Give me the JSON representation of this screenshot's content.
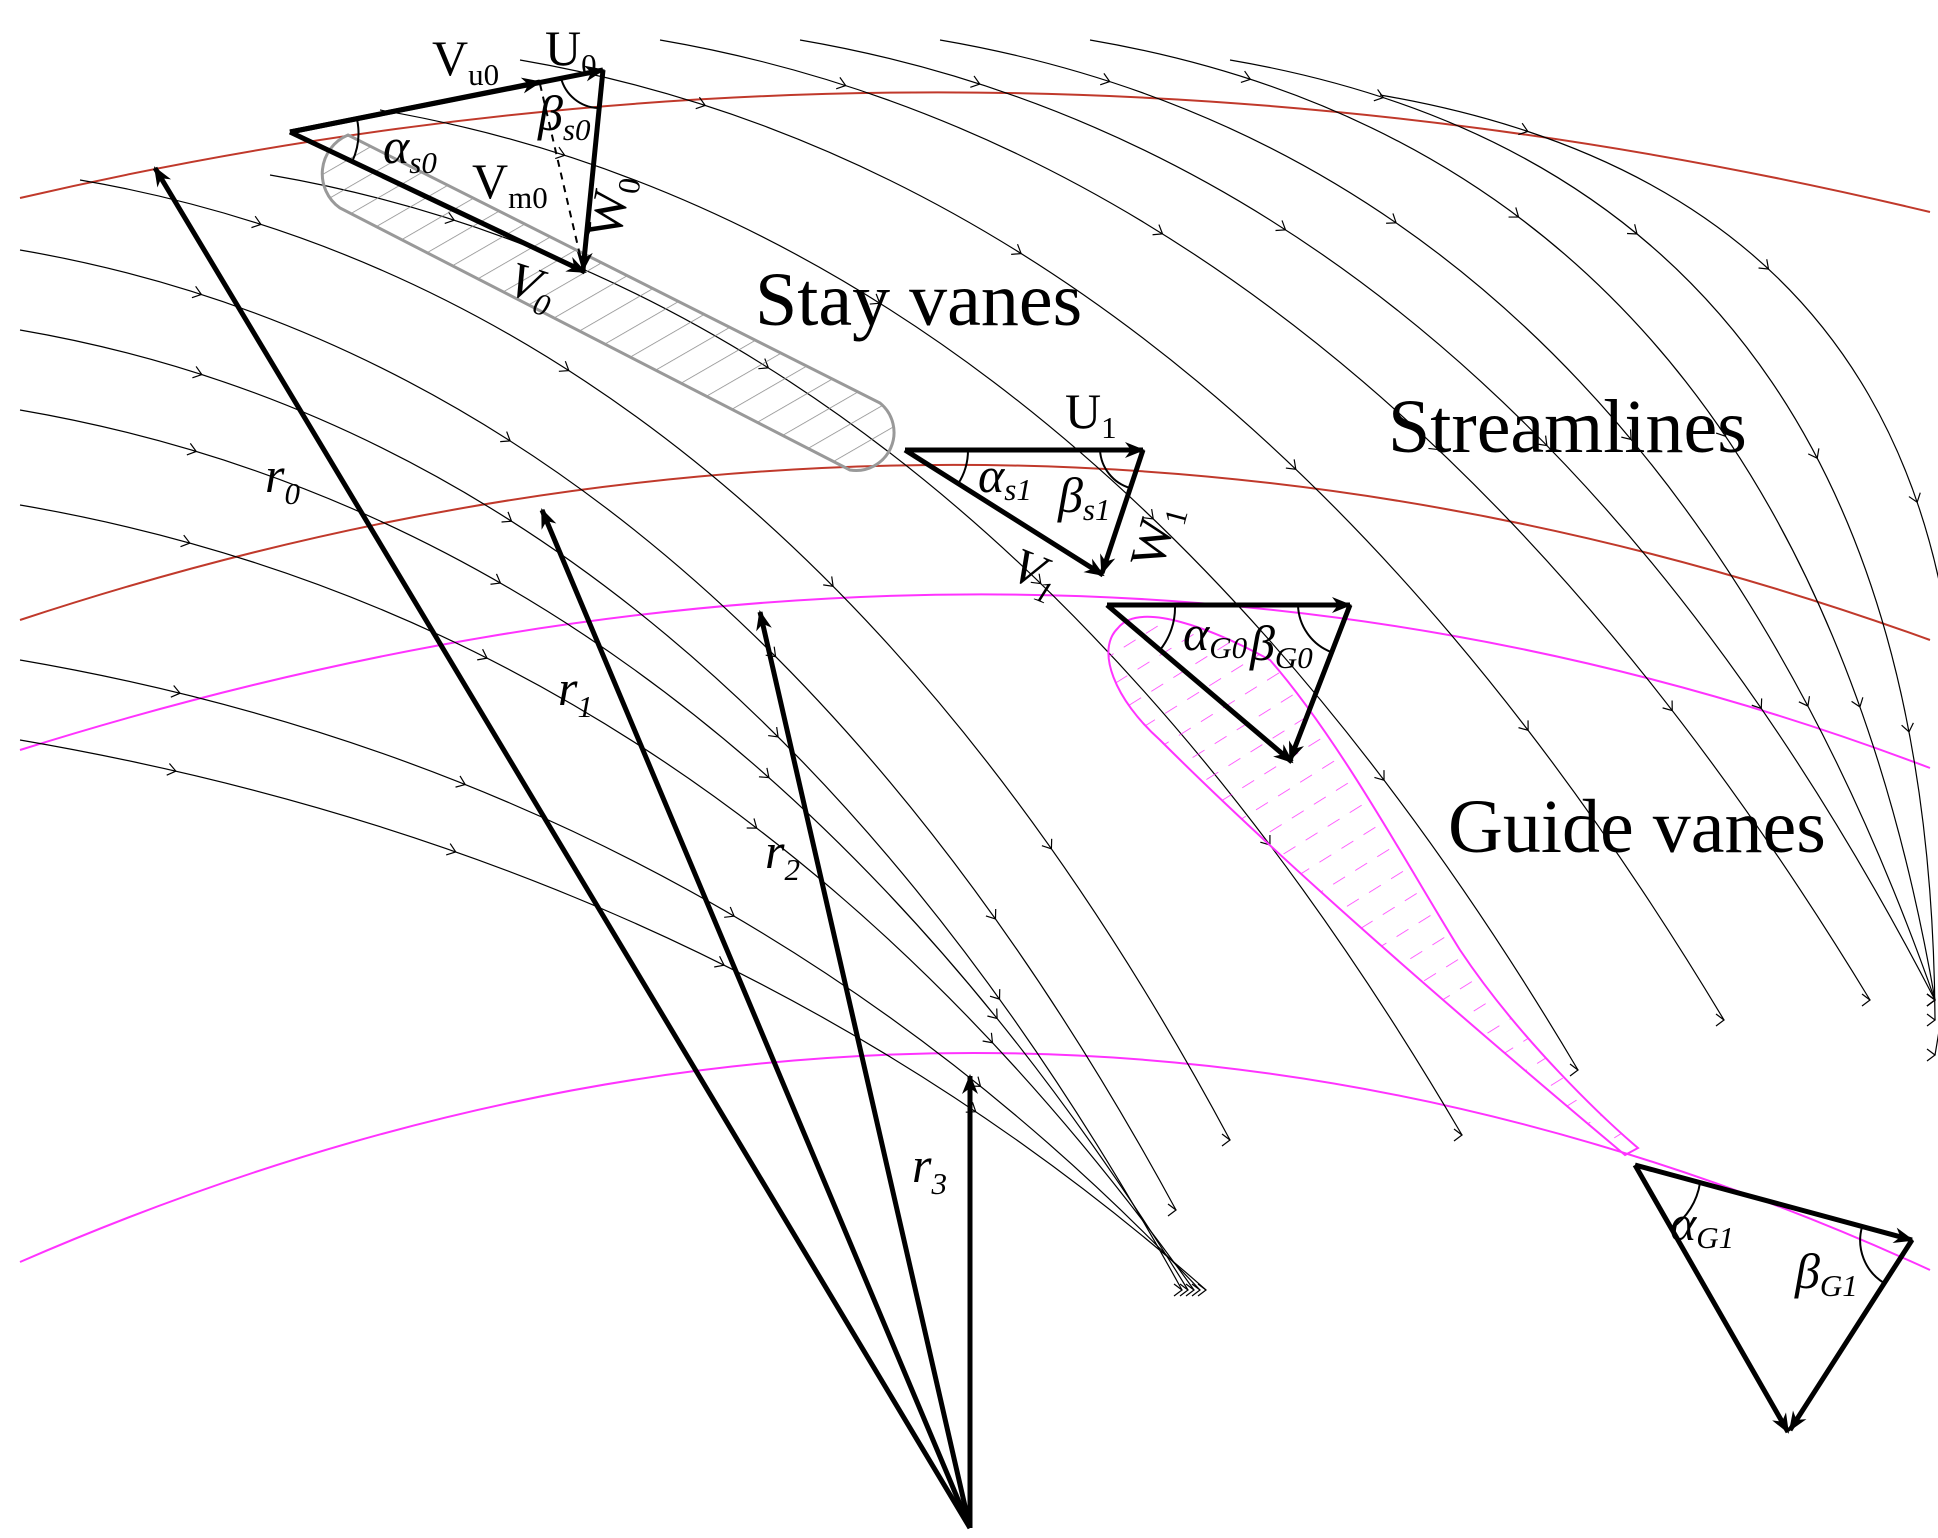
{
  "labels": {
    "stay_vanes": "Stay vanes",
    "streamlines": "Streamlines",
    "guide_vanes": "Guide vanes"
  },
  "radii": {
    "r0": {
      "main": "r",
      "sub": "0"
    },
    "r1": {
      "main": "r",
      "sub": "1"
    },
    "r2": {
      "main": "r",
      "sub": "2"
    },
    "r3": {
      "main": "r",
      "sub": "3"
    }
  },
  "velocity_labels": {
    "Vu0": {
      "main": "V",
      "sub": "u0"
    },
    "U0": {
      "main": "U",
      "sub": "0"
    },
    "alpha_s0": {
      "main": "α",
      "sub": "s0"
    },
    "beta_s0": {
      "main": "β",
      "sub": "s0"
    },
    "Vm0": {
      "main": "V",
      "sub": "m0"
    },
    "W0": {
      "main": "W",
      "sub": "0"
    },
    "V0": {
      "main": "V",
      "sub": "0"
    },
    "U1": {
      "main": "U",
      "sub": "1"
    },
    "alpha_s1": {
      "main": "α",
      "sub": "s1"
    },
    "beta_s1": {
      "main": "β",
      "sub": "s1"
    },
    "W1": {
      "main": "W",
      "sub": "1"
    },
    "V1": {
      "main": "V",
      "sub": "1"
    },
    "alpha_G0": {
      "main": "α",
      "sub": "G0"
    },
    "beta_G0": {
      "main": "β",
      "sub": "G0"
    },
    "alpha_G1": {
      "main": "α",
      "sub": "G1"
    },
    "beta_G1": {
      "main": "β",
      "sub": "G1"
    }
  },
  "colors": {
    "stay_ring": "#c0392b",
    "guide_ring": "#ff33ff",
    "stay_vane_outline": "#999999",
    "guide_vane_outline": "#ff33ff",
    "streamline": "#000000",
    "vector": "#000000"
  }
}
